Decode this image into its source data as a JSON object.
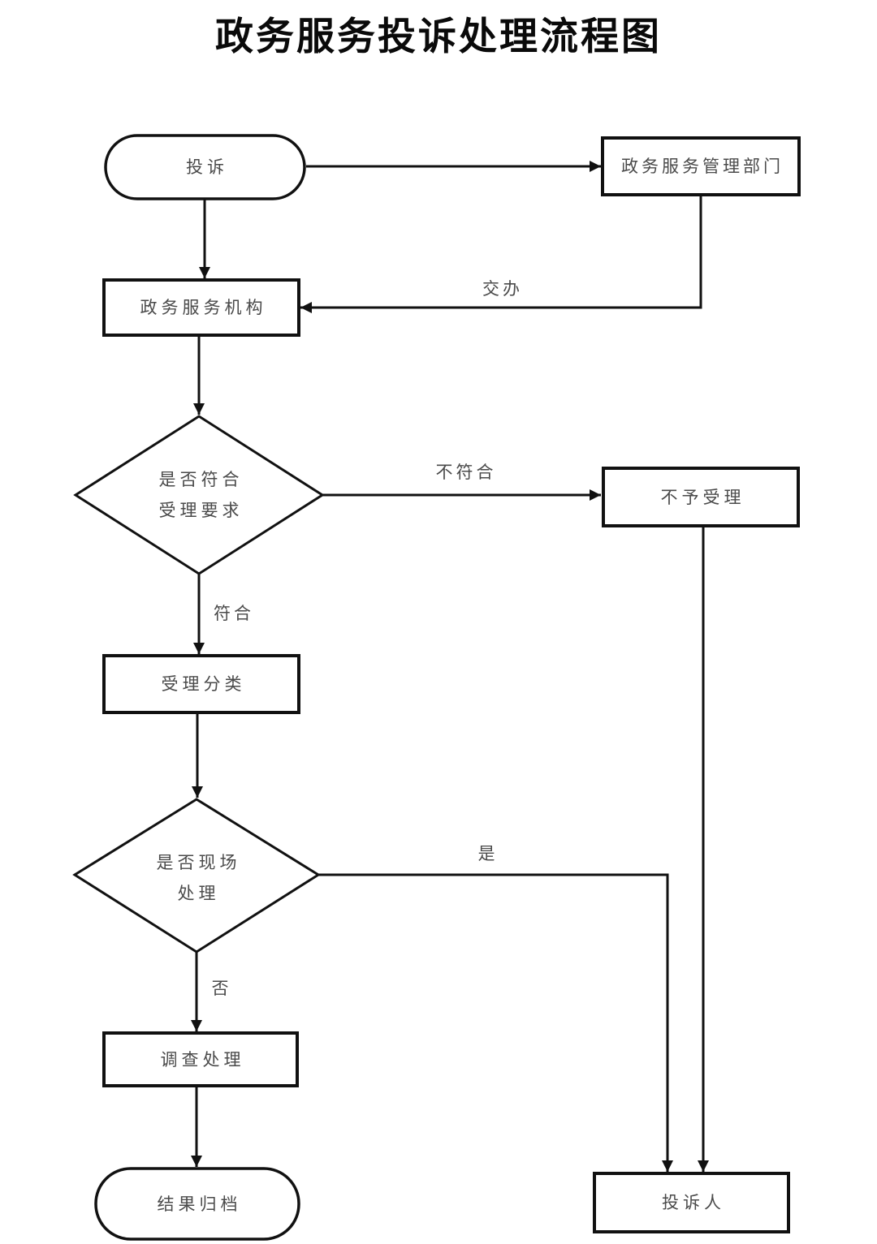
{
  "title": "政务服务投诉处理流程图",
  "nodes": {
    "start": {
      "label": "投诉",
      "shape": "stadium"
    },
    "dept": {
      "label": "政务服务管理部门",
      "shape": "rect"
    },
    "agency": {
      "label": "政务服务机构",
      "shape": "rect"
    },
    "decision1": {
      "line1": "是否符合",
      "line2": "受理要求",
      "shape": "diamond"
    },
    "reject": {
      "label": "不予受理",
      "shape": "rect"
    },
    "classify": {
      "label": "受理分类",
      "shape": "rect"
    },
    "decision2": {
      "line1": "是否现场",
      "line2": "处理",
      "shape": "diamond"
    },
    "investigate": {
      "label": "调查处理",
      "shape": "rect"
    },
    "archive": {
      "label": "结果归档",
      "shape": "stadium"
    },
    "complainant": {
      "label": "投诉人",
      "shape": "rect"
    }
  },
  "edge_labels": {
    "assign": "交办",
    "not_conform": "不符合",
    "conform": "符合",
    "yes": "是",
    "no": "否"
  },
  "colors": {
    "stroke": "#111111",
    "text": "#4a4a4a",
    "background": "#ffffff"
  }
}
